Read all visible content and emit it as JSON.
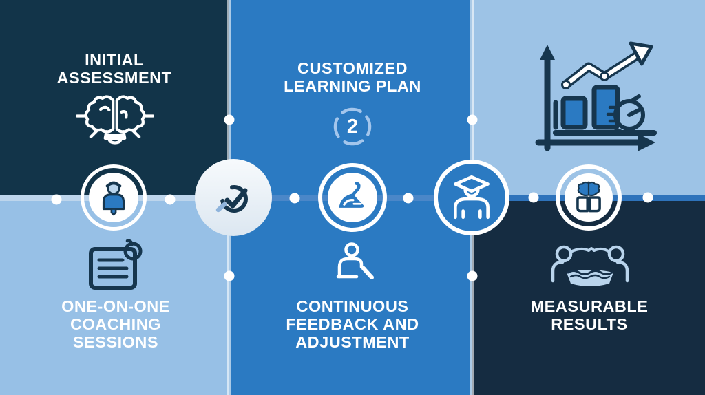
{
  "infographic": {
    "type": "process-timeline",
    "step_count_visible": "2",
    "panels": {
      "top_left": {
        "title": "INITIAL\nASSESSMENT",
        "icon": "brain-lightbulb-icon",
        "bg": "#123449"
      },
      "top_middle": {
        "title": "CUSTOMIZED\nLEARNING PLAN",
        "step_number": "2",
        "bg": "#2b7ac2"
      },
      "top_right": {
        "title": "",
        "icon": "growth-chart-stopwatch-icon",
        "bg": "#9dc3e6"
      },
      "bottom_left": {
        "title": "ONE-ON-ONE\nCOACHING\nSESSIONS",
        "icon": "pinned-note-icon",
        "bg": "#97c0e6"
      },
      "bottom_middle": {
        "title": "CONTINUOUS\nFEEDBACK AND\nADJUSTMENT",
        "icon": "person-magnifier-icon",
        "bg": "#2b7ac2"
      },
      "bottom_right": {
        "title": "MEASURABLE\nRESULTS",
        "icon": "people-at-table-icon",
        "bg": "#152c41"
      }
    },
    "timeline_nodes": [
      {
        "icon": "person-avatar-icon"
      },
      {
        "icon": "check-circle-icon"
      },
      {
        "icon": "writing-mound-icon"
      },
      {
        "icon": "graduate-icon"
      },
      {
        "icon": "book-brain-icon"
      }
    ],
    "palette": {
      "navy_dark": "#123449",
      "navy_darker": "#152c41",
      "blue": "#2b7ac2",
      "light_blue": "#97c0e6",
      "pale_blue": "#9dc3e6",
      "line_light": "#bdd5ec",
      "line_mid": "#4b87c8",
      "line_right": "#2e73bb",
      "icon_navy": "#16364e",
      "icon_light": "#b9d4ec",
      "white": "#ffffff"
    }
  }
}
